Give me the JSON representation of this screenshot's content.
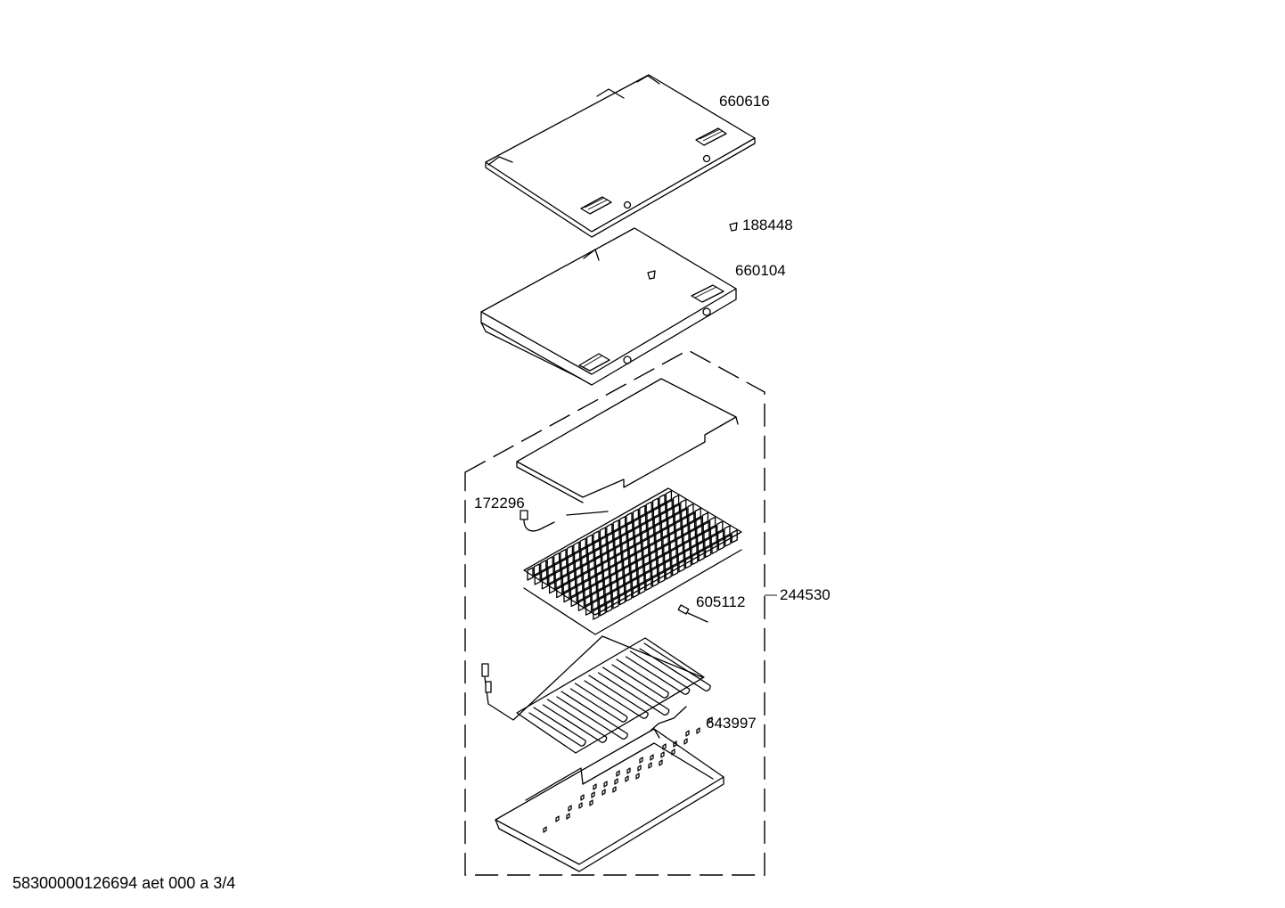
{
  "labels": {
    "part_660616": "660616",
    "part_188448": "188448",
    "part_660104": "660104",
    "part_172296": "172296",
    "part_605112": "605112",
    "part_244530": "244530",
    "part_643997": "643997"
  },
  "footer": "58300000126694 aet 000 a 3/4"
}
